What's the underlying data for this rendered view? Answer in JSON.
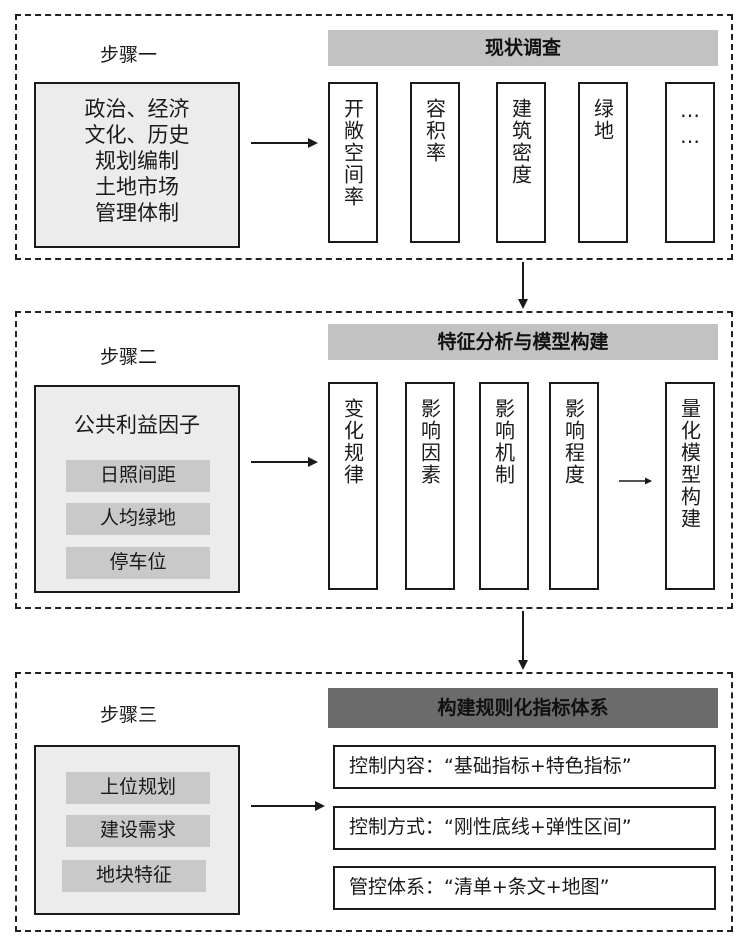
{
  "step1": {
    "label": "步骤一",
    "factors": [
      "政治、经济",
      "文化、历史",
      "规划编制",
      "土地市场",
      "管理体制"
    ],
    "header": "现状调查",
    "items": [
      "开敞空间率",
      "容积率",
      "建筑密度",
      "绿地",
      "……"
    ]
  },
  "step2": {
    "label": "步骤二",
    "factor_title": "公共利益因子",
    "factors": [
      "日照间距",
      "人均绿地",
      "停车位"
    ],
    "header": "特征分析与模型构建",
    "items": [
      "变化规律",
      "影响因素",
      "影响机制",
      "影响程度",
      "量化模型构建"
    ]
  },
  "step3": {
    "label": "步骤三",
    "factors": [
      "上位规划",
      "建设需求",
      "地块特征"
    ],
    "header": "构建规则化指标体系",
    "rows": [
      "控制内容：“基础指标+特色指标”",
      "控制方式：“刚性底线+弹性区间”",
      "管控体系：“清单+条文+地图”"
    ]
  },
  "colors": {
    "frame": "#222222",
    "factor_bg": "#ececec",
    "chip_bg": "#c9c9c9",
    "header_light": "#c2c2c2",
    "header_dark": "#6b6b6b"
  }
}
